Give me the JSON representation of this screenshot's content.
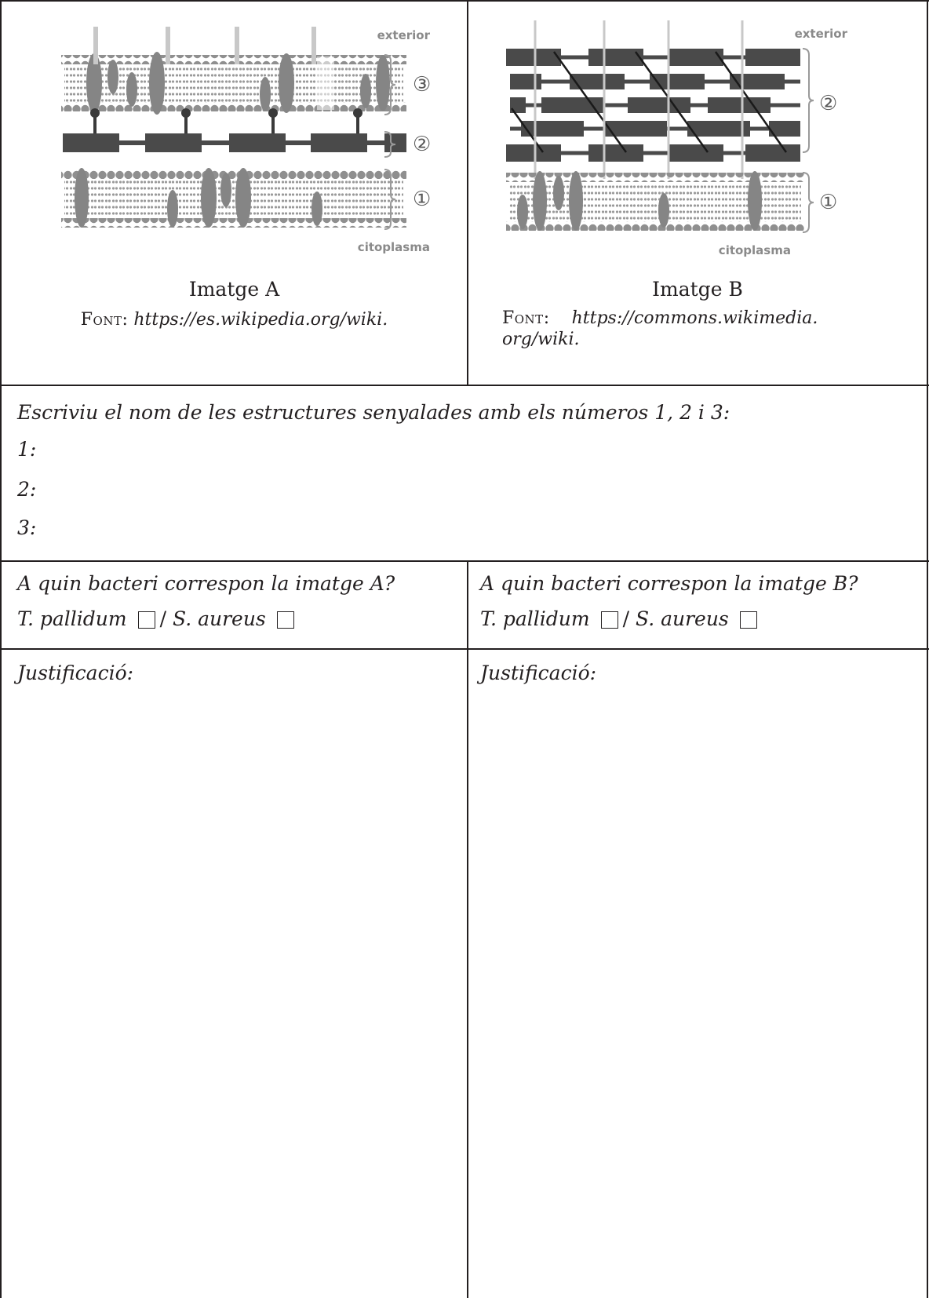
{
  "figure_a": {
    "label_exterior": "exterior",
    "label_citoplasma": "citoplasma",
    "markers": [
      "③",
      "②",
      "①"
    ],
    "title": "Imatge A",
    "source_prefix": "Font:",
    "source_url": "https://es.wikipedia.org/wiki."
  },
  "figure_b": {
    "label_exterior": "exterior",
    "label_citoplasma": "citoplasma",
    "markers": [
      "②",
      "①"
    ],
    "title": "Imatge B",
    "source_prefix": "Font:",
    "source_url_line1": "https://commons.wikimedia.",
    "source_url_line2": "org/wiki."
  },
  "structures": {
    "prompt": "Escriviu el nom de les estructures senyalades amb els números 1, 2 i 3:",
    "items": [
      "1:",
      "2:",
      "3:"
    ]
  },
  "question_a": {
    "prompt": "A quin bacteri correspon la imatge A?",
    "option_1": "T. pallidum",
    "separator": "/",
    "option_2": "S. aureus",
    "justification_label": "Justificació:"
  },
  "question_b": {
    "prompt": "A quin bacteri correspon la imatge B?",
    "option_1": "T. pallidum",
    "separator": "/",
    "option_2": "S. aureus",
    "justification_label": "Justificació:"
  }
}
